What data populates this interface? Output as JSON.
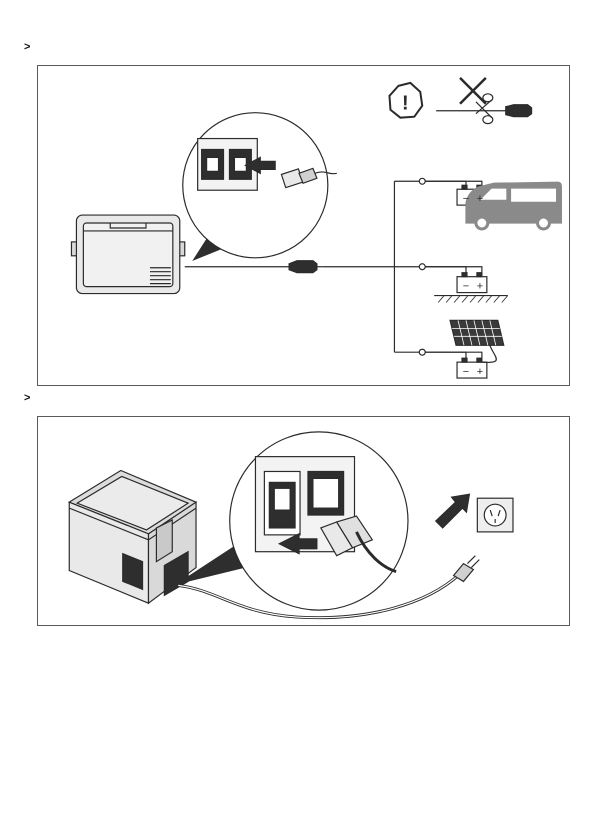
{
  "steps": [
    {
      "marker": ">"
    },
    {
      "marker": ">"
    }
  ],
  "figure1": {
    "warning_symbol": "!",
    "battery_minus": "−",
    "battery_plus": "+",
    "icons": [
      "cooler-box",
      "dc-socket-zoom",
      "dc-plug",
      "cigarette-lighter-plug",
      "battery",
      "van",
      "ground",
      "solar-panel",
      "warning-icon",
      "scissors-icon"
    ]
  },
  "figure2": {
    "icons": [
      "cooler-box-3d",
      "socket-zoom",
      "iec-connector",
      "power-plug",
      "wall-outlet",
      "arrow"
    ]
  },
  "colors": {
    "stroke": "#2b2b2b",
    "device_fill": "#e9e9e9",
    "dark_fill": "#2e2e2e",
    "panel_border": "#5a5a5a"
  }
}
